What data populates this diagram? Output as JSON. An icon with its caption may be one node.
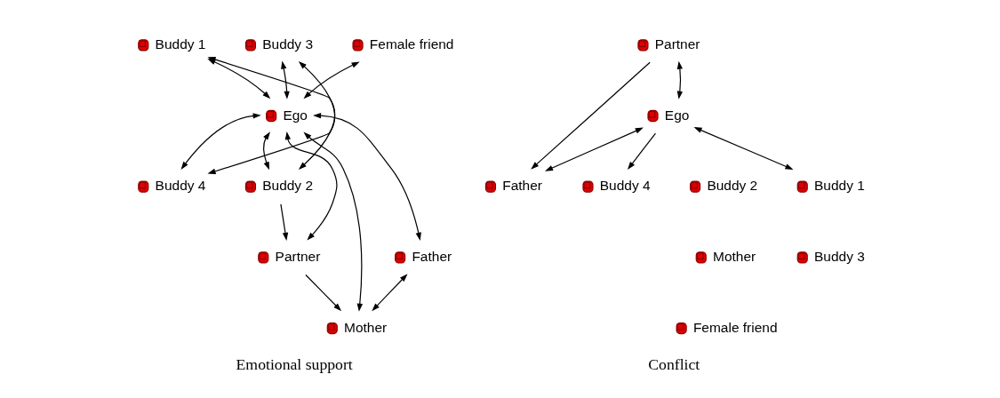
{
  "diagram": {
    "nodes": [
      {
        "text": [
          "Female friend"
        ]
      },
      {
        "text": [
          "Buddy 3"
        ]
      },
      {
        "text": [
          "Buddy 1"
        ]
      },
      {
        "text": [
          "Ego"
        ]
      },
      {
        "text": [
          "Buddy 4"
        ]
      },
      {
        "text": [
          "Buddy 2"
        ]
      },
      {
        "text": [
          "Partner"
        ]
      },
      {
        "text": [
          "Father"
        ]
      },
      {
        "text": [
          "Mother"
        ]
      },
      {
        "text": [
          "Partner"
        ]
      },
      {
        "text": [
          "Buddy 4"
        ]
      },
      {
        "text": [
          "Father"
        ]
      },
      {
        "text": [
          "Ego"
        ]
      },
      {
        "text": [
          "Buddy 2"
        ]
      },
      {
        "text": [
          "Buddy 1"
        ]
      },
      {
        "text": [
          "Mother"
        ]
      },
      {
        "text": [
          "Buddy 3"
        ]
      },
      {
        "text": [
          "Female friend"
        ]
      }
    ],
    "edges": [
      {
        "from": 3,
        "to": 0,
        "arrow": "both"
      },
      {
        "from": 3,
        "to": 1,
        "arrow": "both"
      },
      {
        "from": 1,
        "to": 4,
        "arrow": "both"
      },
      {
        "from": 3,
        "to": 4,
        "arrow": "both"
      },
      {
        "from": 3,
        "to": 2,
        "arrow": "both"
      },
      {
        "from": 2,
        "to": 5,
        "arrow": "both"
      },
      {
        "from": 3,
        "to": 5,
        "arrow": "both"
      },
      {
        "from": 5,
        "to": 6,
        "arrow": "to"
      },
      {
        "from": 3,
        "to": 6,
        "arrow": "both"
      },
      {
        "from": 6,
        "to": 8,
        "arrow": "to"
      },
      {
        "from": 3,
        "to": 8,
        "arrow": "both"
      },
      {
        "from": 3,
        "to": 7,
        "arrow": "both"
      },
      {
        "from": 7,
        "to": 8,
        "arrow": "both"
      },
      {
        "from": 12,
        "to": 9,
        "arrow": "both"
      },
      {
        "from": 9,
        "to": 11,
        "arrow": "to"
      },
      {
        "from": 12,
        "to": 11,
        "arrow": "both"
      },
      {
        "from": 12,
        "to": 10,
        "arrow": "to"
      },
      {
        "from": 12,
        "to": 14,
        "arrow": "both"
      }
    ],
    "labels": [
      "Emotional support",
      "Conflict"
    ]
  }
}
